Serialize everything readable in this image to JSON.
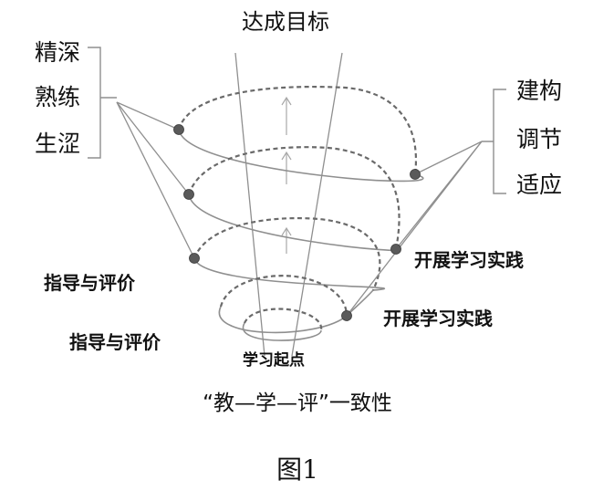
{
  "title": "达成目标",
  "left_stages": [
    "精深",
    "熟练",
    "生涩"
  ],
  "right_stages": [
    "建构",
    "调节",
    "适应"
  ],
  "practice_labels": [
    "开展学习实践",
    "开展学习实践"
  ],
  "guidance_labels": [
    "指导与评价",
    "指导与评价"
  ],
  "start_label": "学习起点",
  "caption": "“教—学—评”一致性",
  "figure_label": "图1"
}
